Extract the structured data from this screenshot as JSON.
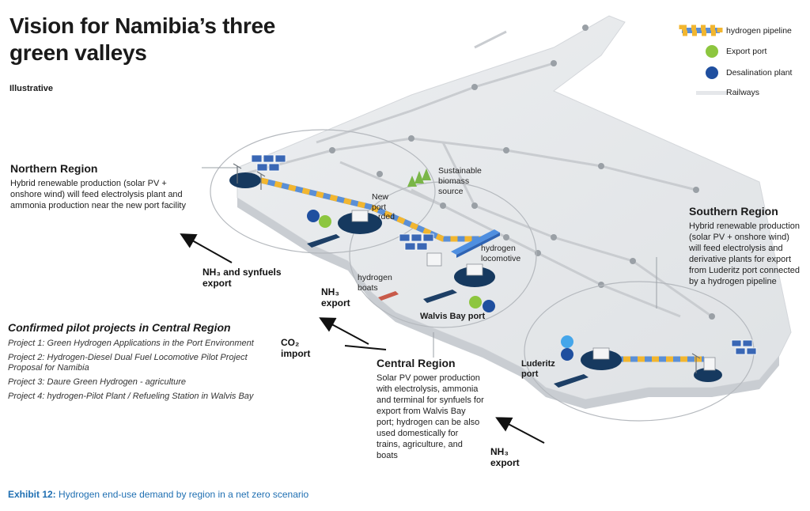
{
  "title": "Vision for Namibia’s three green valleys",
  "subtitle": "Illustrative",
  "legend": {
    "pipeline": "hydrogen pipeline",
    "export_port": "Export port",
    "desalination": "Desalination plant",
    "railways": "Railways"
  },
  "colors": {
    "export_port": "#8dc63f",
    "desalination": "#1f4f9f",
    "land": "#e6e8ea",
    "pipeline": "#f2b630"
  },
  "northern": {
    "title": "Northern Region",
    "text": "Hybrid renewable production (solar PV + onshore wind) will feed electrolysis plant and ammonia production near the new port facility",
    "export_label": "NH₃ and synfuels export"
  },
  "southern": {
    "title": "Southern Region",
    "text": "Hybrid renewable production (solar PV + onshore wind) will feed electrolysis and derivative plants for export from Luderitz port connected by a hydrogen pipeline"
  },
  "central": {
    "title": "Central Region",
    "text": "Solar PV power production  with electrolysis, ammonia and terminal for synfuels for export from Walvis Bay port; hydrogen can be also used domestically for trains, agriculture, and boats"
  },
  "map_labels": {
    "biomass": "Sustainable biomass source",
    "new_port": "New port",
    "new_port_cut": "rded",
    "hydrogen_locomotive": "hydrogen locomotive",
    "hydrogen_boats": "hydrogen boats",
    "walvis_bay": "Walvis Bay port",
    "luderitz": "Luderitz port",
    "nh3_export_central": "NH₃ export",
    "co2_import": "CO₂ import",
    "nh3_export_south": "NH₃ export"
  },
  "pilots": {
    "heading": "Confirmed pilot projects in Central Region",
    "items": [
      "Project 1: Green Hydrogen Applications in the Port Environment",
      "Project 2: Hydrogen-Diesel Dual Fuel Locomotive Pilot Project Proposal for Namibia",
      "Project 3: Daure Green Hydrogen - agriculture",
      "Project 4: hydrogen-Pilot Plant / Refueling Station in Walvis Bay"
    ]
  },
  "caption": {
    "label": "Exhibit 12:",
    "text": "Hydrogen end-use demand by region in a net zero scenario"
  }
}
